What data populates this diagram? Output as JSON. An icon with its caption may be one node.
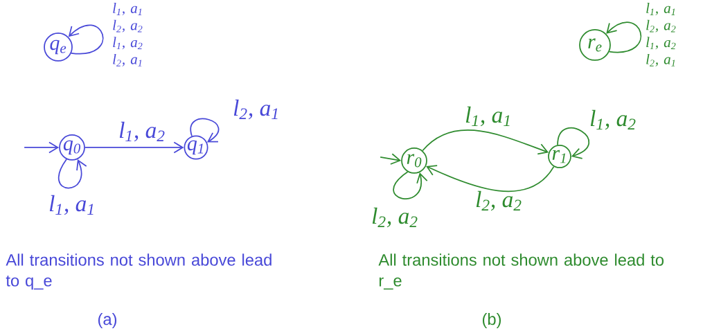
{
  "diagram": {
    "nodes": [
      {
        "text": [
          "q$_{e}$"
        ]
      },
      {
        "text": [
          "q$_{0}$"
        ]
      },
      {
        "text": [
          "q$_{1}$"
        ]
      },
      {
        "text": [
          "r$_{e}$"
        ]
      },
      {
        "text": [
          "r$_{0}$"
        ]
      },
      {
        "text": [
          "r$_{1}$"
        ]
      }
    ],
    "edges": [
      {
        "from": 0,
        "to": 0,
        "arrow": "to",
        "label": "l$_{1}$, a$_{1}$ l$_{2}$, a$_{2}$ l$_{1}$, a$_{2}$ l$_{2}$, a$_{1}$",
        "color": "#4848d8"
      },
      {
        "from": null,
        "to": 1,
        "arrow": "to",
        "color": "#4848d8"
      },
      {
        "from": 1,
        "to": 1,
        "arrow": "to",
        "label": "l$_{1}$, a$_{1}$",
        "color": "#4848d8"
      },
      {
        "from": 1,
        "to": 2,
        "arrow": "to",
        "label": "l$_{1}$, a$_{2}$",
        "color": "#4848d8"
      },
      {
        "from": 2,
        "to": 2,
        "arrow": "to",
        "label": "l$_{2}$, a$_{1}$",
        "color": "#4848d8"
      },
      {
        "from": 3,
        "to": 3,
        "arrow": "to",
        "label": "l$_{1}$, a$_{1}$ l$_{2}$, a$_{2}$ l$_{1}$, a$_{2}$ l$_{2}$, a$_{1}$"
      },
      {
        "from": null,
        "to": 4,
        "arrow": "to"
      },
      {
        "from": 4,
        "to": 4,
        "arrow": "to",
        "label": "l$_{2}$, a$_{2}$"
      },
      {
        "from": 4,
        "to": 5,
        "arrow": "to",
        "label": "l$_{1}$, a$_{1}$"
      },
      {
        "from": 5,
        "to": 4,
        "arrow": "to",
        "label": "l$_{2}$, a$_{2}$"
      },
      {
        "from": 5,
        "to": 5,
        "arrow": "to",
        "label": "l$_{1}$, a$_{2}$"
      }
    ],
    "labels": [
      "All transitions not shown above lead to q_e",
      "All transitions not shown above lead to r_e",
      "(a)",
      "(b)"
    ]
  }
}
